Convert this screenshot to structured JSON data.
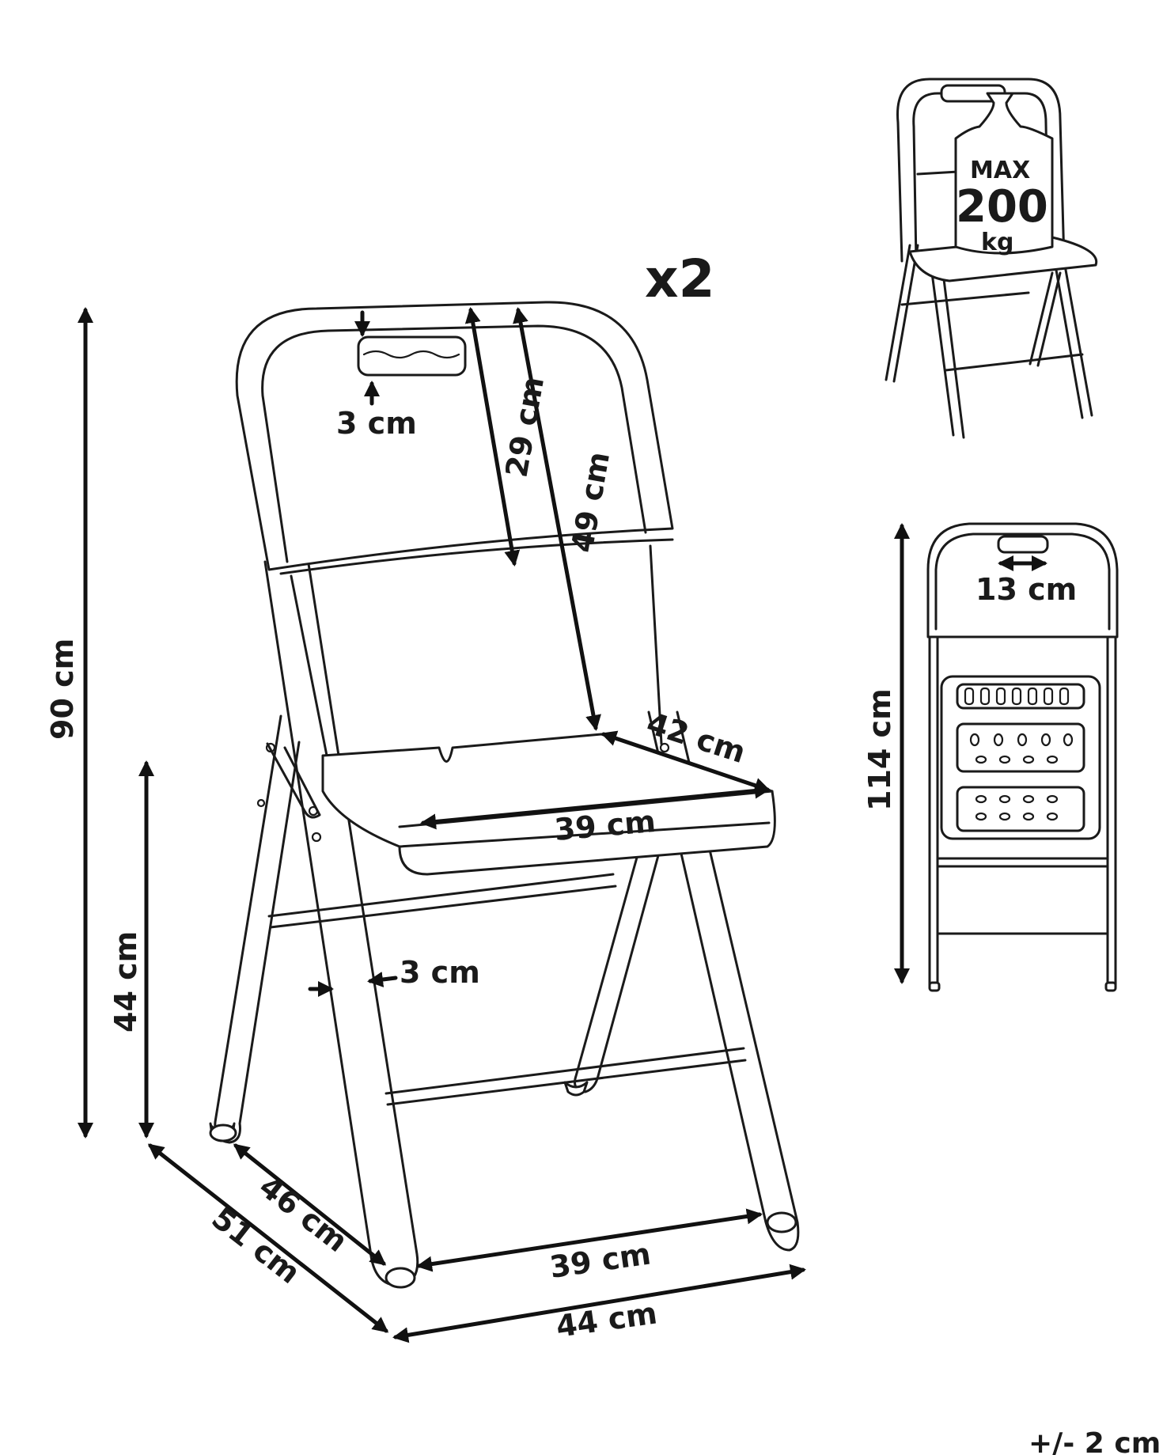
{
  "quantity_label": "x2",
  "dimensions": {
    "total_height": "90 cm",
    "seat_height": "44 cm",
    "depth_outer": "51 cm",
    "depth_inner": "46 cm",
    "width_front_legs": "39 cm",
    "width_outer": "44 cm",
    "seat_width": "39 cm",
    "seat_depth": "42 cm",
    "backrest_to_seat": "49 cm",
    "backrest_height": "29 cm",
    "handle_height": "3 cm",
    "leg_thickness": "3 cm",
    "folded_height": "114 cm",
    "handle_width": "13 cm"
  },
  "load": {
    "max_label": "MAX",
    "value": "200",
    "unit": "kg"
  },
  "tolerance": "+/- 2 cm",
  "colors": {
    "line": "#1a1a1a",
    "background": "#ffffff"
  }
}
